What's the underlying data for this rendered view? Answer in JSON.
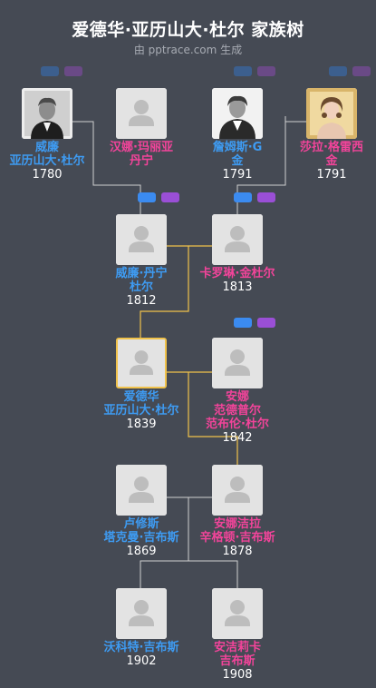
{
  "header": {
    "title": "爱德华·亚历山大·杜尔 家族树",
    "subtitle": "由 pptrace.com 生成"
  },
  "colors": {
    "background": "#454a54",
    "male": "#3e9bf2",
    "female": "#f2449a",
    "highlight_line": "#f0c24b",
    "line": "#d0d0d0"
  },
  "people": [
    {
      "id": "p1",
      "gender": "male",
      "photo": "portrait-old-man",
      "lines": [
        "威廉",
        "亚历山大·杜尔"
      ],
      "year": "1780"
    },
    {
      "id": "p2",
      "gender": "female",
      "photo": "placeholder",
      "lines": [
        "汉娜·玛丽亚",
        "丹宁"
      ],
      "year": ""
    },
    {
      "id": "p3",
      "gender": "male",
      "photo": "portrait-gentleman",
      "lines": [
        "詹姆斯·G",
        "金"
      ],
      "year": "1791"
    },
    {
      "id": "p4",
      "gender": "female",
      "photo": "portrait-lady",
      "lines": [
        "莎拉·格雷西",
        "金"
      ],
      "year": "1791"
    },
    {
      "id": "p5",
      "gender": "male",
      "photo": "placeholder",
      "lines": [
        "威廉·丹宁",
        "杜尔"
      ],
      "year": "1812"
    },
    {
      "id": "p6",
      "gender": "female",
      "photo": "placeholder",
      "lines": [
        "卡罗琳·金杜尔"
      ],
      "year": "1813"
    },
    {
      "id": "p7",
      "gender": "male",
      "photo": "placeholder",
      "lines": [
        "爱德华",
        "亚历山大·杜尔"
      ],
      "year": "1839",
      "selected": true
    },
    {
      "id": "p8",
      "gender": "female",
      "photo": "placeholder",
      "lines": [
        "安娜",
        "范德普尔",
        "范布伦·杜尔"
      ],
      "year": "1842"
    },
    {
      "id": "p9",
      "gender": "male",
      "photo": "placeholder",
      "lines": [
        "卢修斯",
        "塔克曼·吉布斯"
      ],
      "year": "1869"
    },
    {
      "id": "p10",
      "gender": "female",
      "photo": "placeholder",
      "lines": [
        "安娜洁拉",
        "辛格顿·吉布斯"
      ],
      "year": "1878"
    },
    {
      "id": "p11",
      "gender": "male",
      "photo": "placeholder",
      "lines": [
        "沃科特·吉布斯"
      ],
      "year": "1902"
    },
    {
      "id": "p12",
      "gender": "female",
      "photo": "placeholder",
      "lines": [
        "安洁莉卡",
        "吉布斯"
      ],
      "year": "1908"
    }
  ]
}
